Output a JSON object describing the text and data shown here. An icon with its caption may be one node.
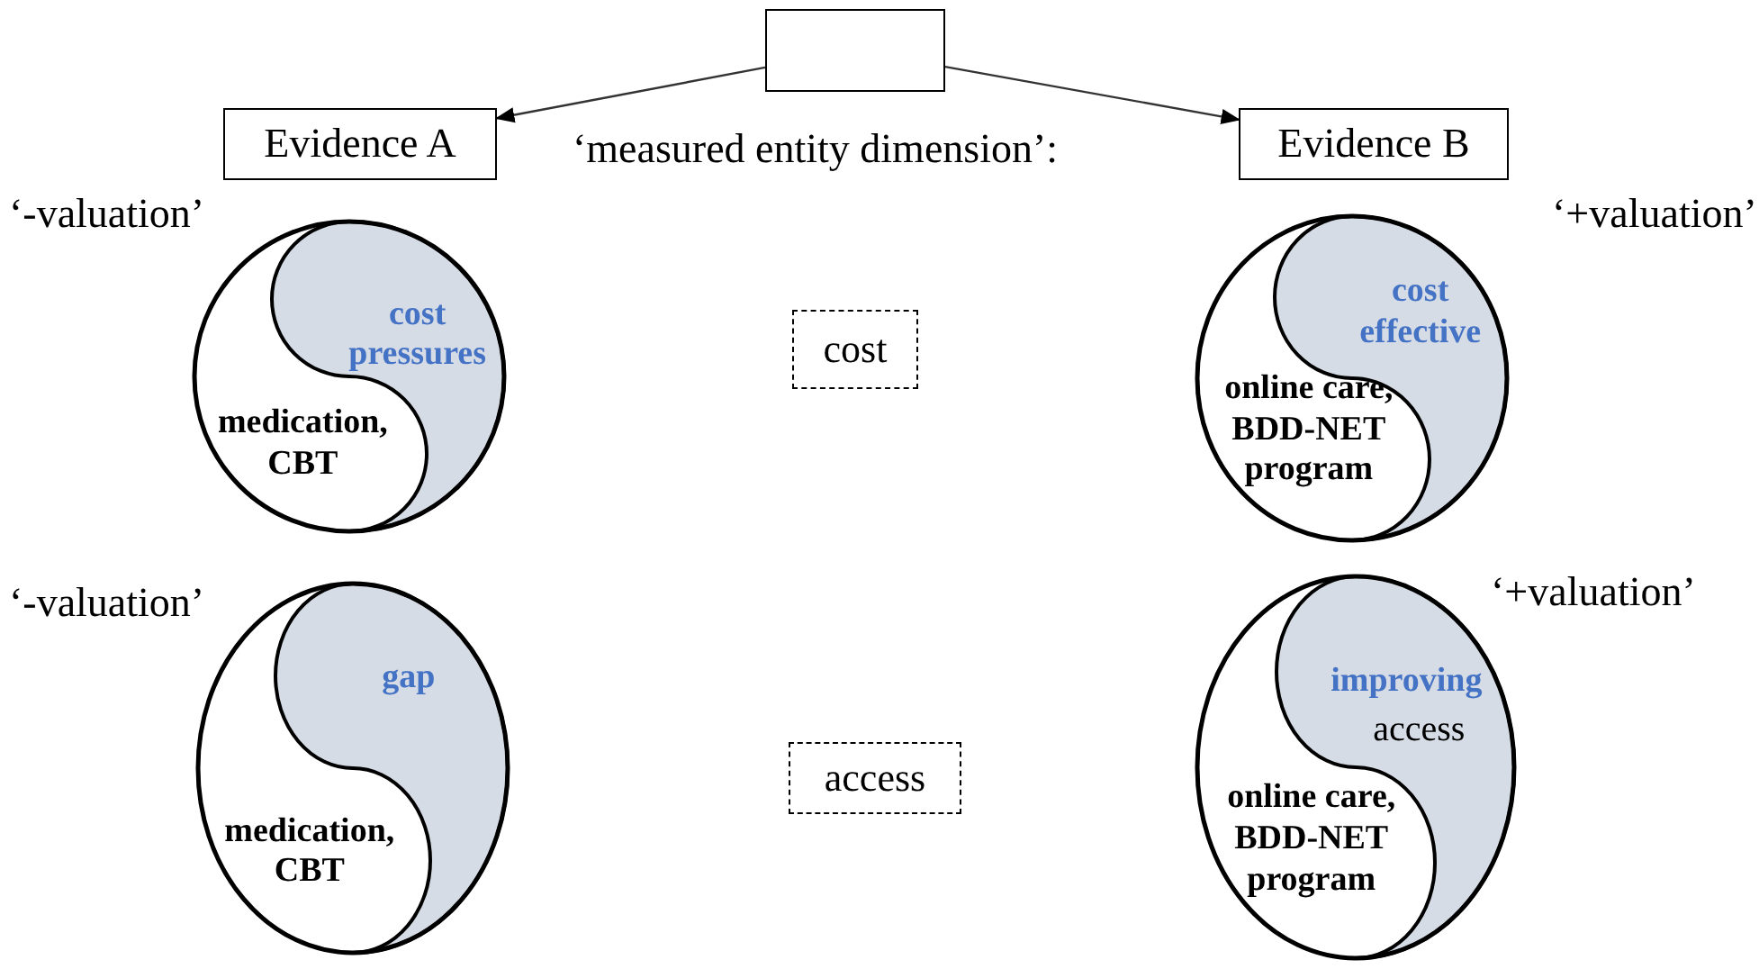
{
  "diagram": {
    "nodes": [
      {
        "text": [],
        "shape": "box"
      },
      {
        "text": [
          "Evidence A"
        ]
      },
      {
        "text": [
          "Evidence B"
        ]
      },
      {
        "text": [
          "cost pressures",
          "medication, CBT"
        ],
        "beside": [
          "‘-valuation’"
        ]
      },
      {
        "text": [
          "cost"
        ]
      },
      {
        "text": [
          "cost effective",
          "online care, BDD-NET program"
        ],
        "beside": [
          "‘+valuation’"
        ]
      },
      {
        "text": [
          "gap",
          "medication, CBT"
        ],
        "beside": [
          "‘-valuation’"
        ]
      },
      {
        "text": [
          "access"
        ]
      },
      {
        "text": [
          "improving",
          "access",
          "online care, BDD-NET program"
        ],
        "beside": [
          "‘+valuation’"
        ]
      }
    ],
    "edges": [
      {
        "from": 0,
        "to": 1,
        "arrow": "to"
      },
      {
        "from": 0,
        "to": 2,
        "arrow": "to"
      }
    ],
    "labels": [
      "‘measured entity dimension’:"
    ]
  }
}
